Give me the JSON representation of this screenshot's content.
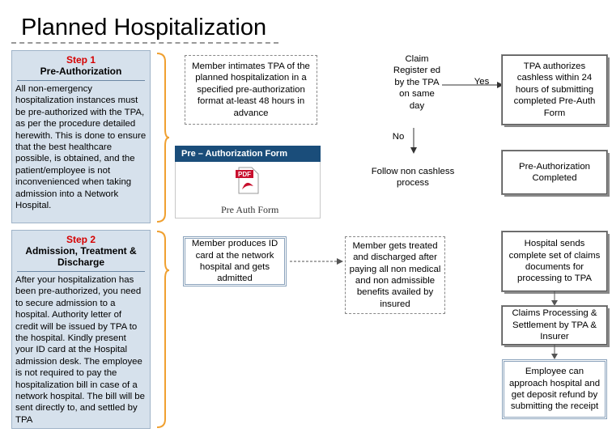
{
  "title": "Planned Hospitalization",
  "step1": {
    "label": "Step 1",
    "name": "Pre-Authorization",
    "text": "All non-emergency hospitalization instances must be pre-authorized with the TPA, as per the procedure detailed herewith. This is done to ensure that the best healthcare possible, is obtained, and the patient/employee is not inconvenienced when taking admission into a Network Hospital."
  },
  "step2": {
    "label": "Step 2",
    "name": "Admission, Treatment & Discharge",
    "text": "After your hospitalization has been pre-authorized, you need to secure admission to a hospital. Authority letter of credit will be issued by TPA to the hospital. Kindly present your ID card at the Hospital admission desk. The employee is not required to pay the hospitalization bill in case of a network hospital. The bill will be sent directly to, and settled by TPA"
  },
  "flow": {
    "member_intimates": "Member intimates TPA of the planned hospitalization in a specified pre-authorization format at-least 48 hours in advance",
    "claim_register": "Claim Register ed by the TPA on same day",
    "yes_label": "Yes",
    "no_label": "No",
    "tpa_authorizes": "TPA authorizes cashless within 24 hours of submitting completed Pre-Auth Form",
    "follow_non_cashless": "Follow non cashless process",
    "pre_auth_completed": "Pre-Authorization Completed",
    "form_title": "Pre – Authorization Form",
    "form_link": "Pre Auth Form",
    "pdf_label": "PDF",
    "member_produces_id": "Member produces ID card at the network hospital and gets admitted",
    "member_treated": "Member gets treated and discharged after paying all non medical and non admissible benefits availed by insured",
    "hospital_sends": "Hospital sends complete set of claims documents for processing to TPA",
    "claims_processing": "Claims Processing & Settlement by TPA & Insurer",
    "employee_refund": "Employee can approach hospital and get deposit refund by submitting the receipt"
  },
  "colors": {
    "panel": "#d6e1ec",
    "step_red": "#d60000",
    "brace_orange": "#f0a030",
    "form_bar": "#1a4d7a",
    "pdf_red": "#c8102e"
  }
}
